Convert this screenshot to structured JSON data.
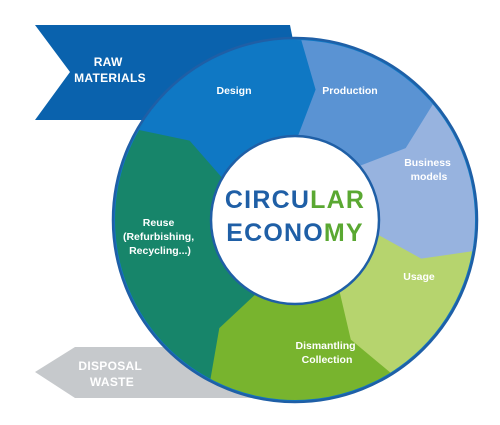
{
  "center": {
    "line1": [
      "CIRCU",
      "LAR"
    ],
    "line2": [
      "ECONO",
      "MY"
    ],
    "colors": [
      "#1f5fa6",
      "#5aa832"
    ]
  },
  "inflow": {
    "line1": "RAW",
    "line2": "MATERIALS",
    "color": "#0a62ad"
  },
  "outflow": {
    "line1": "DISPOSAL",
    "line2": "WASTE",
    "color": "#c6c9cc"
  },
  "segments": [
    {
      "id": "design",
      "lines": [
        "Design"
      ],
      "color": "#0f78c4"
    },
    {
      "id": "production",
      "lines": [
        "Production"
      ],
      "color": "#5a93d3"
    },
    {
      "id": "business-models",
      "lines": [
        "Business",
        "models"
      ],
      "color": "#97b3df"
    },
    {
      "id": "usage",
      "lines": [
        "Usage"
      ],
      "color": "#b6d46e"
    },
    {
      "id": "dismantling-collection",
      "lines": [
        "Dismantling",
        "Collection"
      ],
      "color": "#78b42e"
    },
    {
      "id": "reuse",
      "lines": [
        "Reuse",
        "(Refurbishing,",
        "Recycling...)"
      ],
      "color": "#17856a"
    }
  ],
  "ring_outline_color": "#1f5fa6"
}
